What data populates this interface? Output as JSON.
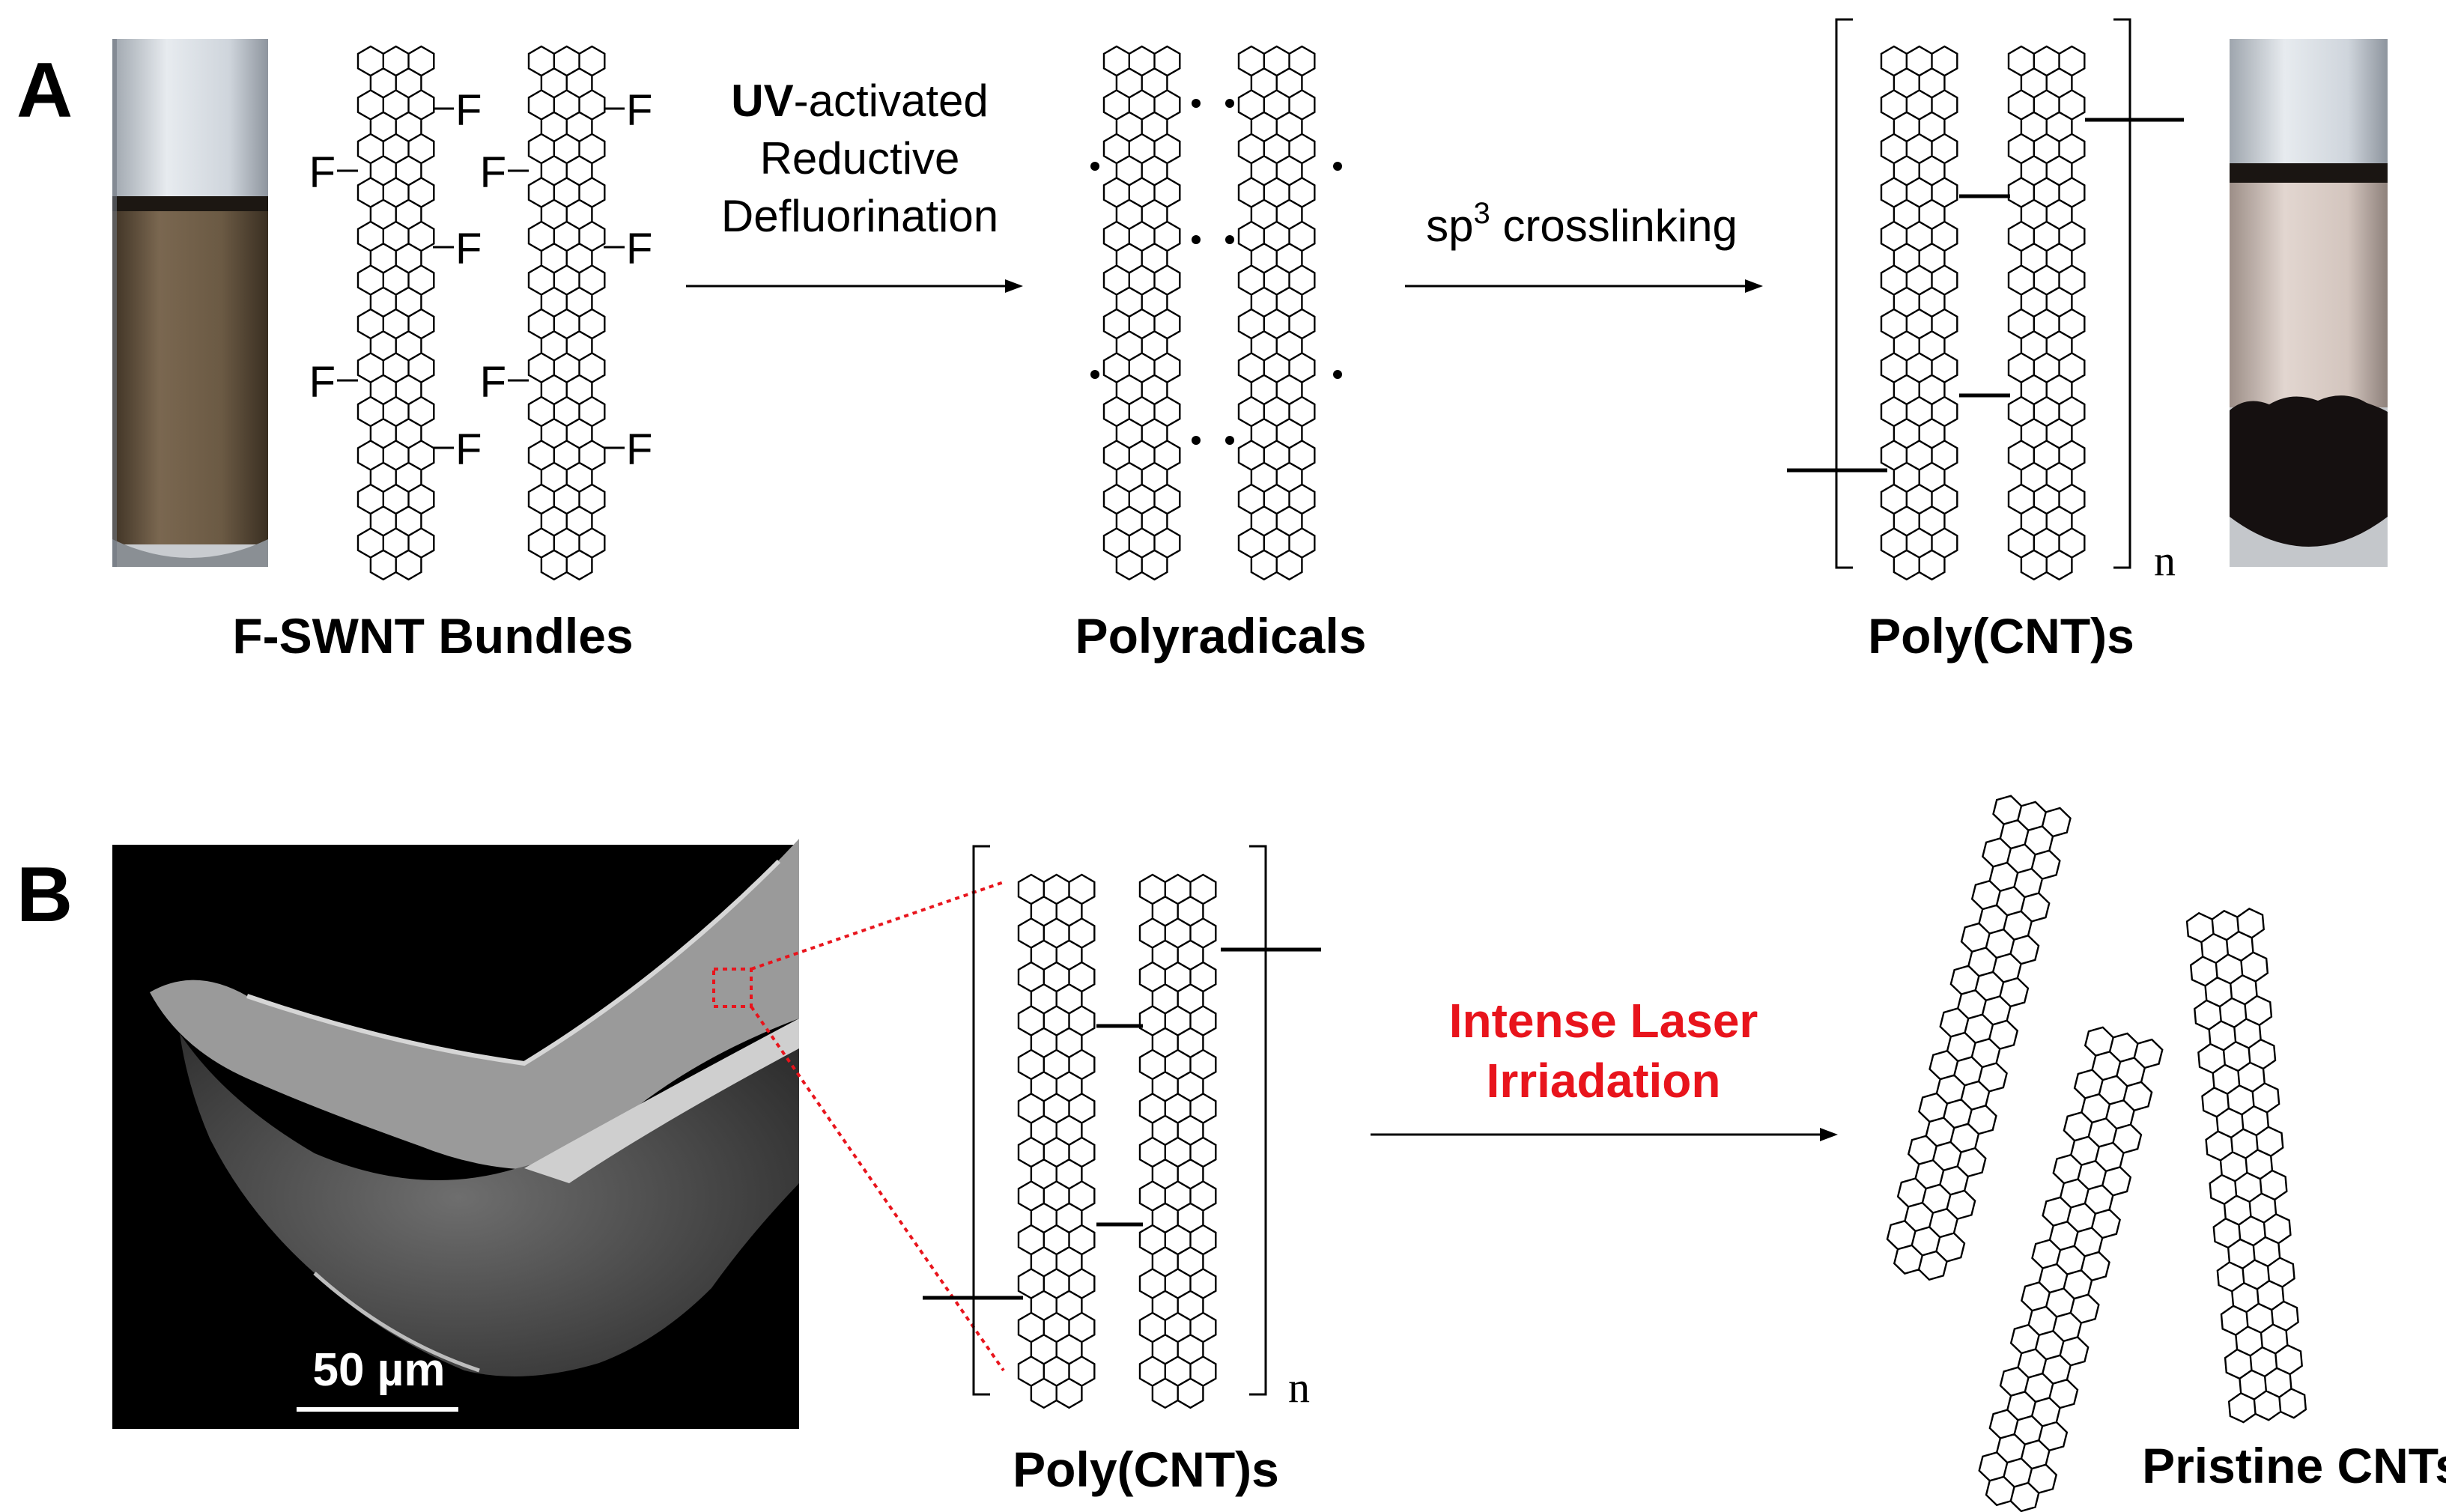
{
  "panel_a": {
    "letter": "A",
    "label_fswnt": "F-SWNT Bundles",
    "label_polyradicals": "Polyradicals",
    "label_polycnt": "Poly(CNT)s",
    "arrow1_bold": "UV",
    "arrow1_line1_rest": "-activated",
    "arrow1_line2": "Reductive",
    "arrow1_line3": "Defluorination",
    "arrow2_text": "sp",
    "arrow2_sup": "3",
    "arrow2_rest": " crosslinking",
    "fluorine": "F",
    "repeat_n": "n",
    "colors": {
      "vial_liquid_before": "#6b5a44",
      "vial_liquid_after": "#d7c9c2",
      "vial_sediment": "#141010"
    }
  },
  "panel_b": {
    "letter": "B",
    "scale_bar": "50 µm",
    "label_polycnt": "Poly(CNT)s",
    "arrow_line1": "Intense Laser",
    "arrow_line2": "Irriadation",
    "label_pristine": "Pristine CNTs",
    "repeat_n": "n",
    "colors": {
      "highlight": "#e8141c"
    }
  }
}
